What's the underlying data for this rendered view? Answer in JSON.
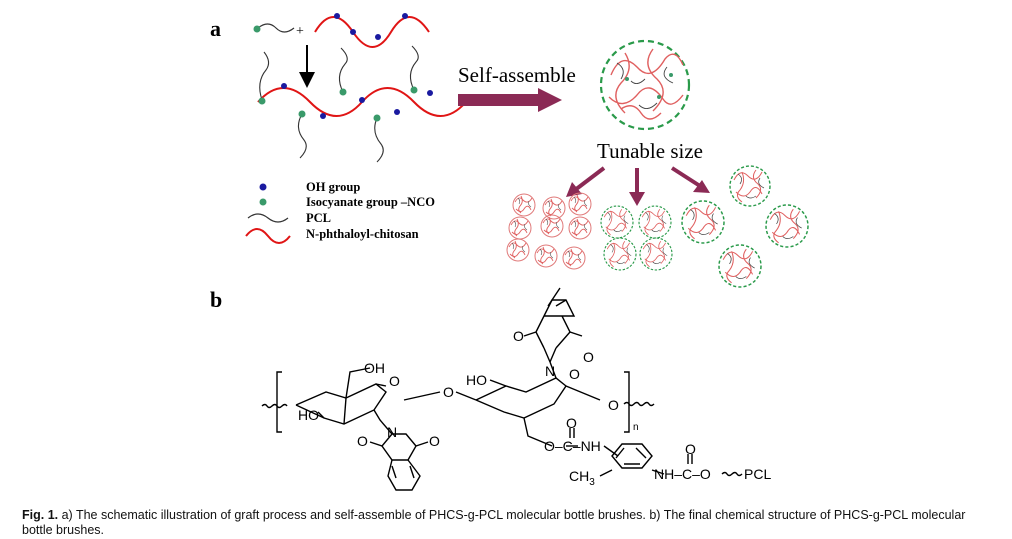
{
  "panel_a": {
    "label": "a",
    "plus": "+",
    "self_assemble": "Self-assemble",
    "tunable_size": "Tunable size",
    "legend": [
      {
        "name": "OH group",
        "color": "#1a1aa0"
      },
      {
        "name": "Isocyanate group –NCO",
        "color": "#3a9a6a"
      },
      {
        "name": "PCL",
        "color": "#333333"
      },
      {
        "name": "N-phthaloyl-chitosan",
        "color": "#e01515"
      }
    ]
  },
  "panel_b": {
    "label": "b",
    "atoms": {
      "oh_top": "OH",
      "ho_left": "HO",
      "ho_mid": "HO",
      "o_ring1": "O",
      "o_link": "O",
      "o_ring2": "O",
      "o_end": "O",
      "n_top": "N",
      "n_bottom": "N",
      "o_phth_top_left": "O",
      "o_phth_top_right": "O",
      "o_phth_bot_left": "O",
      "o_phth_bot_right": "O",
      "subscript_n": "n",
      "carbonyl_o1": "O",
      "carbamate1": "O–C–NH",
      "ch3": "CH",
      "ch3_sub": "3",
      "nh_c_o_pcl": "NH–C–O",
      "carbonyl_o2": "O",
      "pcl": "PCL"
    }
  },
  "caption": {
    "bold": "Fig. 1.",
    "text": " a) The schematic illustration of graft process and self-assemble of PHCS-g-PCL molecular bottle brushes. b) The final chemical structure of PHCS-g-PCL molecular bottle brushes."
  },
  "colors": {
    "chitosan": "#e01515",
    "oh": "#1a1aa0",
    "nco": "#3a9a6a",
    "arrow": "#8b2a55",
    "micelle_ring": "#2a9a4a"
  }
}
